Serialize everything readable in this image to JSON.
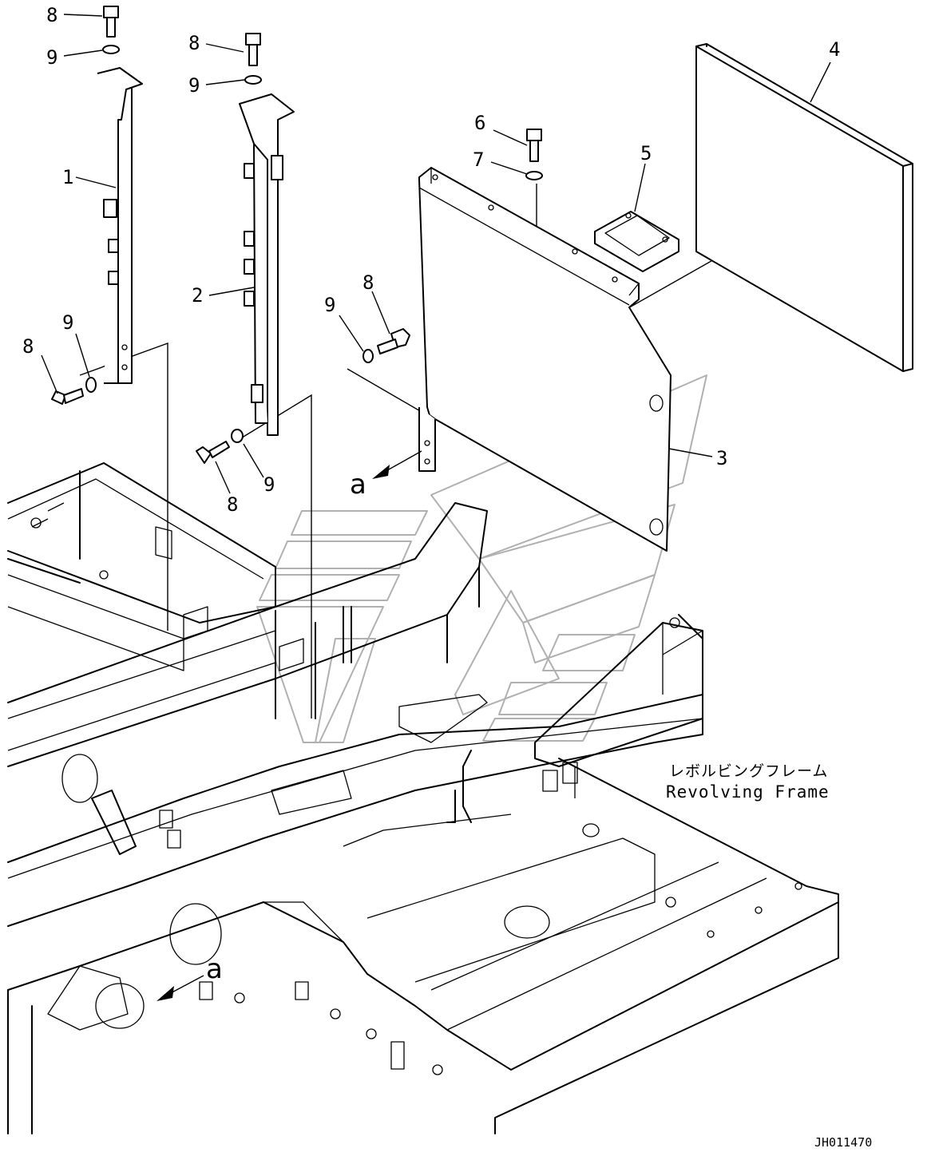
{
  "callouts": {
    "c8a": "8",
    "c9a": "9",
    "c8b": "8",
    "c9b": "9",
    "c1": "1",
    "c2": "2",
    "c3": "3",
    "c4": "4",
    "c5": "5",
    "c6": "6",
    "c7": "7",
    "c8c": "8",
    "c9c": "9",
    "c8d": "8",
    "c9d": "9",
    "c8e": "8",
    "c9e": "9"
  },
  "view_marker": {
    "top": "a",
    "bottom": "a"
  },
  "frame_label": {
    "japanese": "レボルビングフレーム",
    "english": "Revolving Frame"
  },
  "drawing_number": "JH011470"
}
